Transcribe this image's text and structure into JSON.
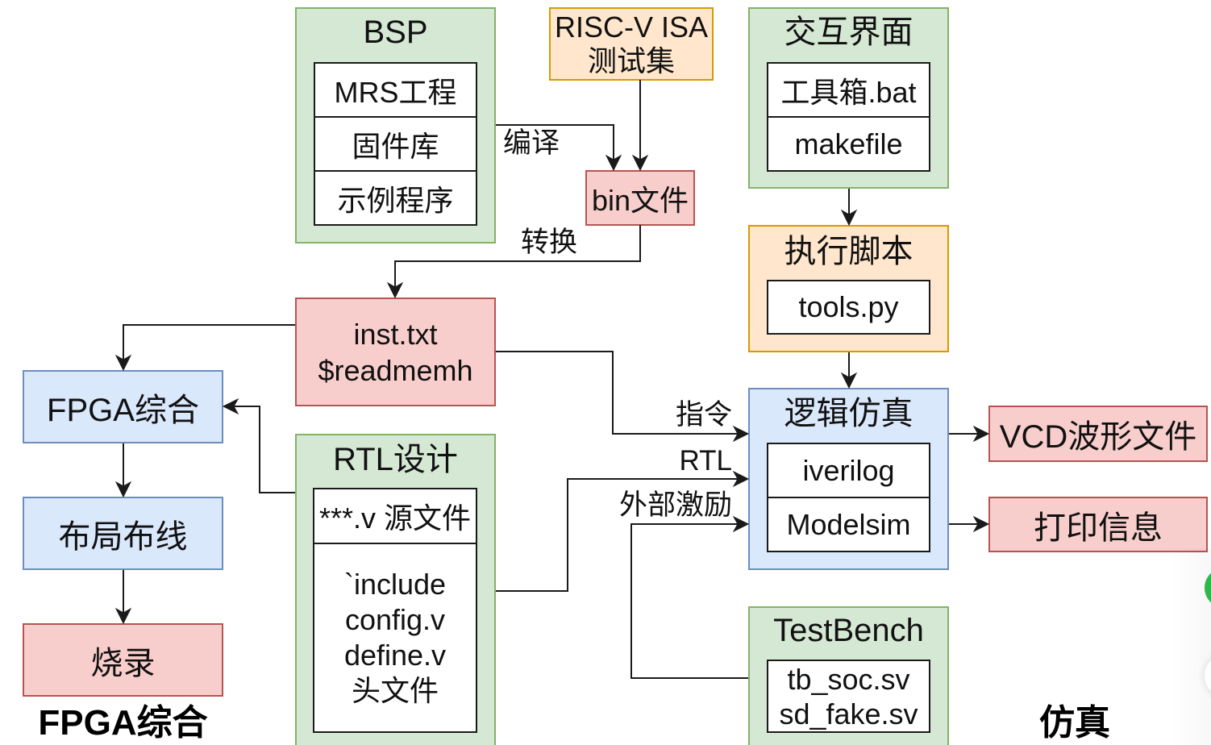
{
  "diagram": {
    "nodes": {
      "bsp": {
        "title": "BSP",
        "items": [
          "MRS工程",
          "固件库",
          "示例程序"
        ]
      },
      "riscv_tests": {
        "lines": [
          "RISC-V ISA",
          "测试集"
        ]
      },
      "bin_file": {
        "label": "bin文件"
      },
      "inst_file": {
        "lines": [
          "inst.txt",
          "$readmemh"
        ]
      },
      "ui": {
        "title": "交互界面",
        "items": [
          "工具箱.bat",
          "makefile"
        ]
      },
      "exec_script": {
        "title": "执行脚本",
        "items": [
          "tools.py"
        ]
      },
      "logic_sim": {
        "title": "逻辑仿真",
        "items": [
          "iverilog",
          "Modelsim"
        ]
      },
      "vcd_file": {
        "label": "VCD波形文件"
      },
      "print_info": {
        "label": "打印信息"
      },
      "testbench": {
        "title": "TestBench",
        "files": [
          "tb_soc.sv",
          "sd_fake.sv"
        ]
      },
      "rtl_design": {
        "title": "RTL设计",
        "source_files": "***.v 源文件",
        "header_files": [
          "`include",
          "config.v",
          "define.v",
          "头文件"
        ]
      },
      "fpga_synth": {
        "label": "FPGA综合"
      },
      "place_route": {
        "label": "布局布线"
      },
      "program": {
        "label": "烧录"
      }
    },
    "edges": [
      {
        "from": "BSP",
        "to": "bin文件",
        "label": "编译"
      },
      {
        "from": "RISC-V ISA 测试集",
        "to": "bin文件",
        "label": ""
      },
      {
        "from": "bin文件",
        "to": "inst.txt",
        "label": "转换"
      },
      {
        "from": "inst.txt",
        "to": "FPGA综合",
        "label": ""
      },
      {
        "from": "inst.txt",
        "to": "逻辑仿真",
        "label": "指令"
      },
      {
        "from": "RTL设计",
        "to": "FPGA综合",
        "label": ""
      },
      {
        "from": "RTL设计",
        "to": "逻辑仿真",
        "label": "RTL"
      },
      {
        "from": "TestBench",
        "to": "逻辑仿真",
        "label": "外部激励"
      },
      {
        "from": "交互界面",
        "to": "执行脚本",
        "label": ""
      },
      {
        "from": "执行脚本",
        "to": "逻辑仿真",
        "label": ""
      },
      {
        "from": "逻辑仿真",
        "to": "VCD波形文件",
        "label": ""
      },
      {
        "from": "逻辑仿真",
        "to": "打印信息",
        "label": ""
      },
      {
        "from": "FPGA综合",
        "to": "布局布线",
        "label": ""
      },
      {
        "from": "布局布线",
        "to": "烧录",
        "label": ""
      }
    ],
    "section_titles": {
      "fpga": "FPGA综合",
      "simulation": "仿真"
    }
  },
  "overlay": {
    "buttons": [
      {
        "icon": "green-circle"
      },
      {
        "icon": "white-circle"
      }
    ]
  },
  "colors": {
    "green_fill": "#d5e8d4",
    "green_stroke": "#82b366",
    "orange_fill": "#ffe6cc",
    "orange_stroke": "#d79b00",
    "red_fill": "#f8cecc",
    "red_stroke": "#b85450",
    "blue_fill": "#dae8fc",
    "blue_stroke": "#6c8ebf",
    "edge": "#1a1a1a",
    "floating_button_green": "#2cb84b"
  }
}
